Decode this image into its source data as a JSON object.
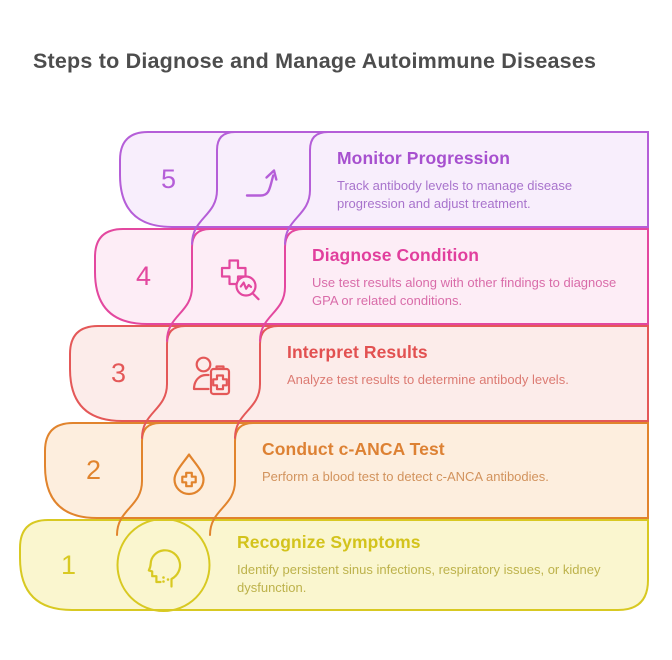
{
  "header": {
    "title": "Steps to Diagnose and Manage Autoimmune Diseases"
  },
  "canvas": {
    "background": "#ffffff",
    "title_color": "#4d4d4d"
  },
  "steps": [
    {
      "number": "5",
      "title": "Monitor Progression",
      "description": "Track antibody levels to manage disease progression and adjust treatment.",
      "icon": "trend-up-arrow-icon",
      "color": "#b55ed8",
      "fill": "#f8eefc",
      "title_color": "#a750cf",
      "desc_color": "#a873cc"
    },
    {
      "number": "4",
      "title": "Diagnose Condition",
      "description": "Use test results along with other findings to diagnose GPA or related conditions.",
      "icon": "medical-cross-magnifier-icon",
      "color": "#e3489f",
      "fill": "#fdedf6",
      "title_color": "#e13f9d",
      "desc_color": "#d96ca9"
    },
    {
      "number": "3",
      "title": "Interpret Results",
      "description": "Analyze test results to determine antibody levels.",
      "icon": "person-clipboard-icon",
      "color": "#e45858",
      "fill": "#fcecea",
      "title_color": "#e25151",
      "desc_color": "#dc7b73"
    },
    {
      "number": "2",
      "title": "Conduct c-ANCA Test",
      "description": "Perform a blood test to detect c-ANCA antibodies.",
      "icon": "blood-drop-cross-icon",
      "color": "#e1842d",
      "fill": "#fdeede",
      "title_color": "#dd8133",
      "desc_color": "#d2935d"
    },
    {
      "number": "1",
      "title": "Recognize Symptoms",
      "description": "Identify persistent sinus infections, respiratory issues, or kidney dysfunction.",
      "icon": "head-profile-icon",
      "color": "#d8c922",
      "fill": "#faf6cf",
      "title_color": "#d3c31c",
      "desc_color": "#bdb24b"
    }
  ]
}
